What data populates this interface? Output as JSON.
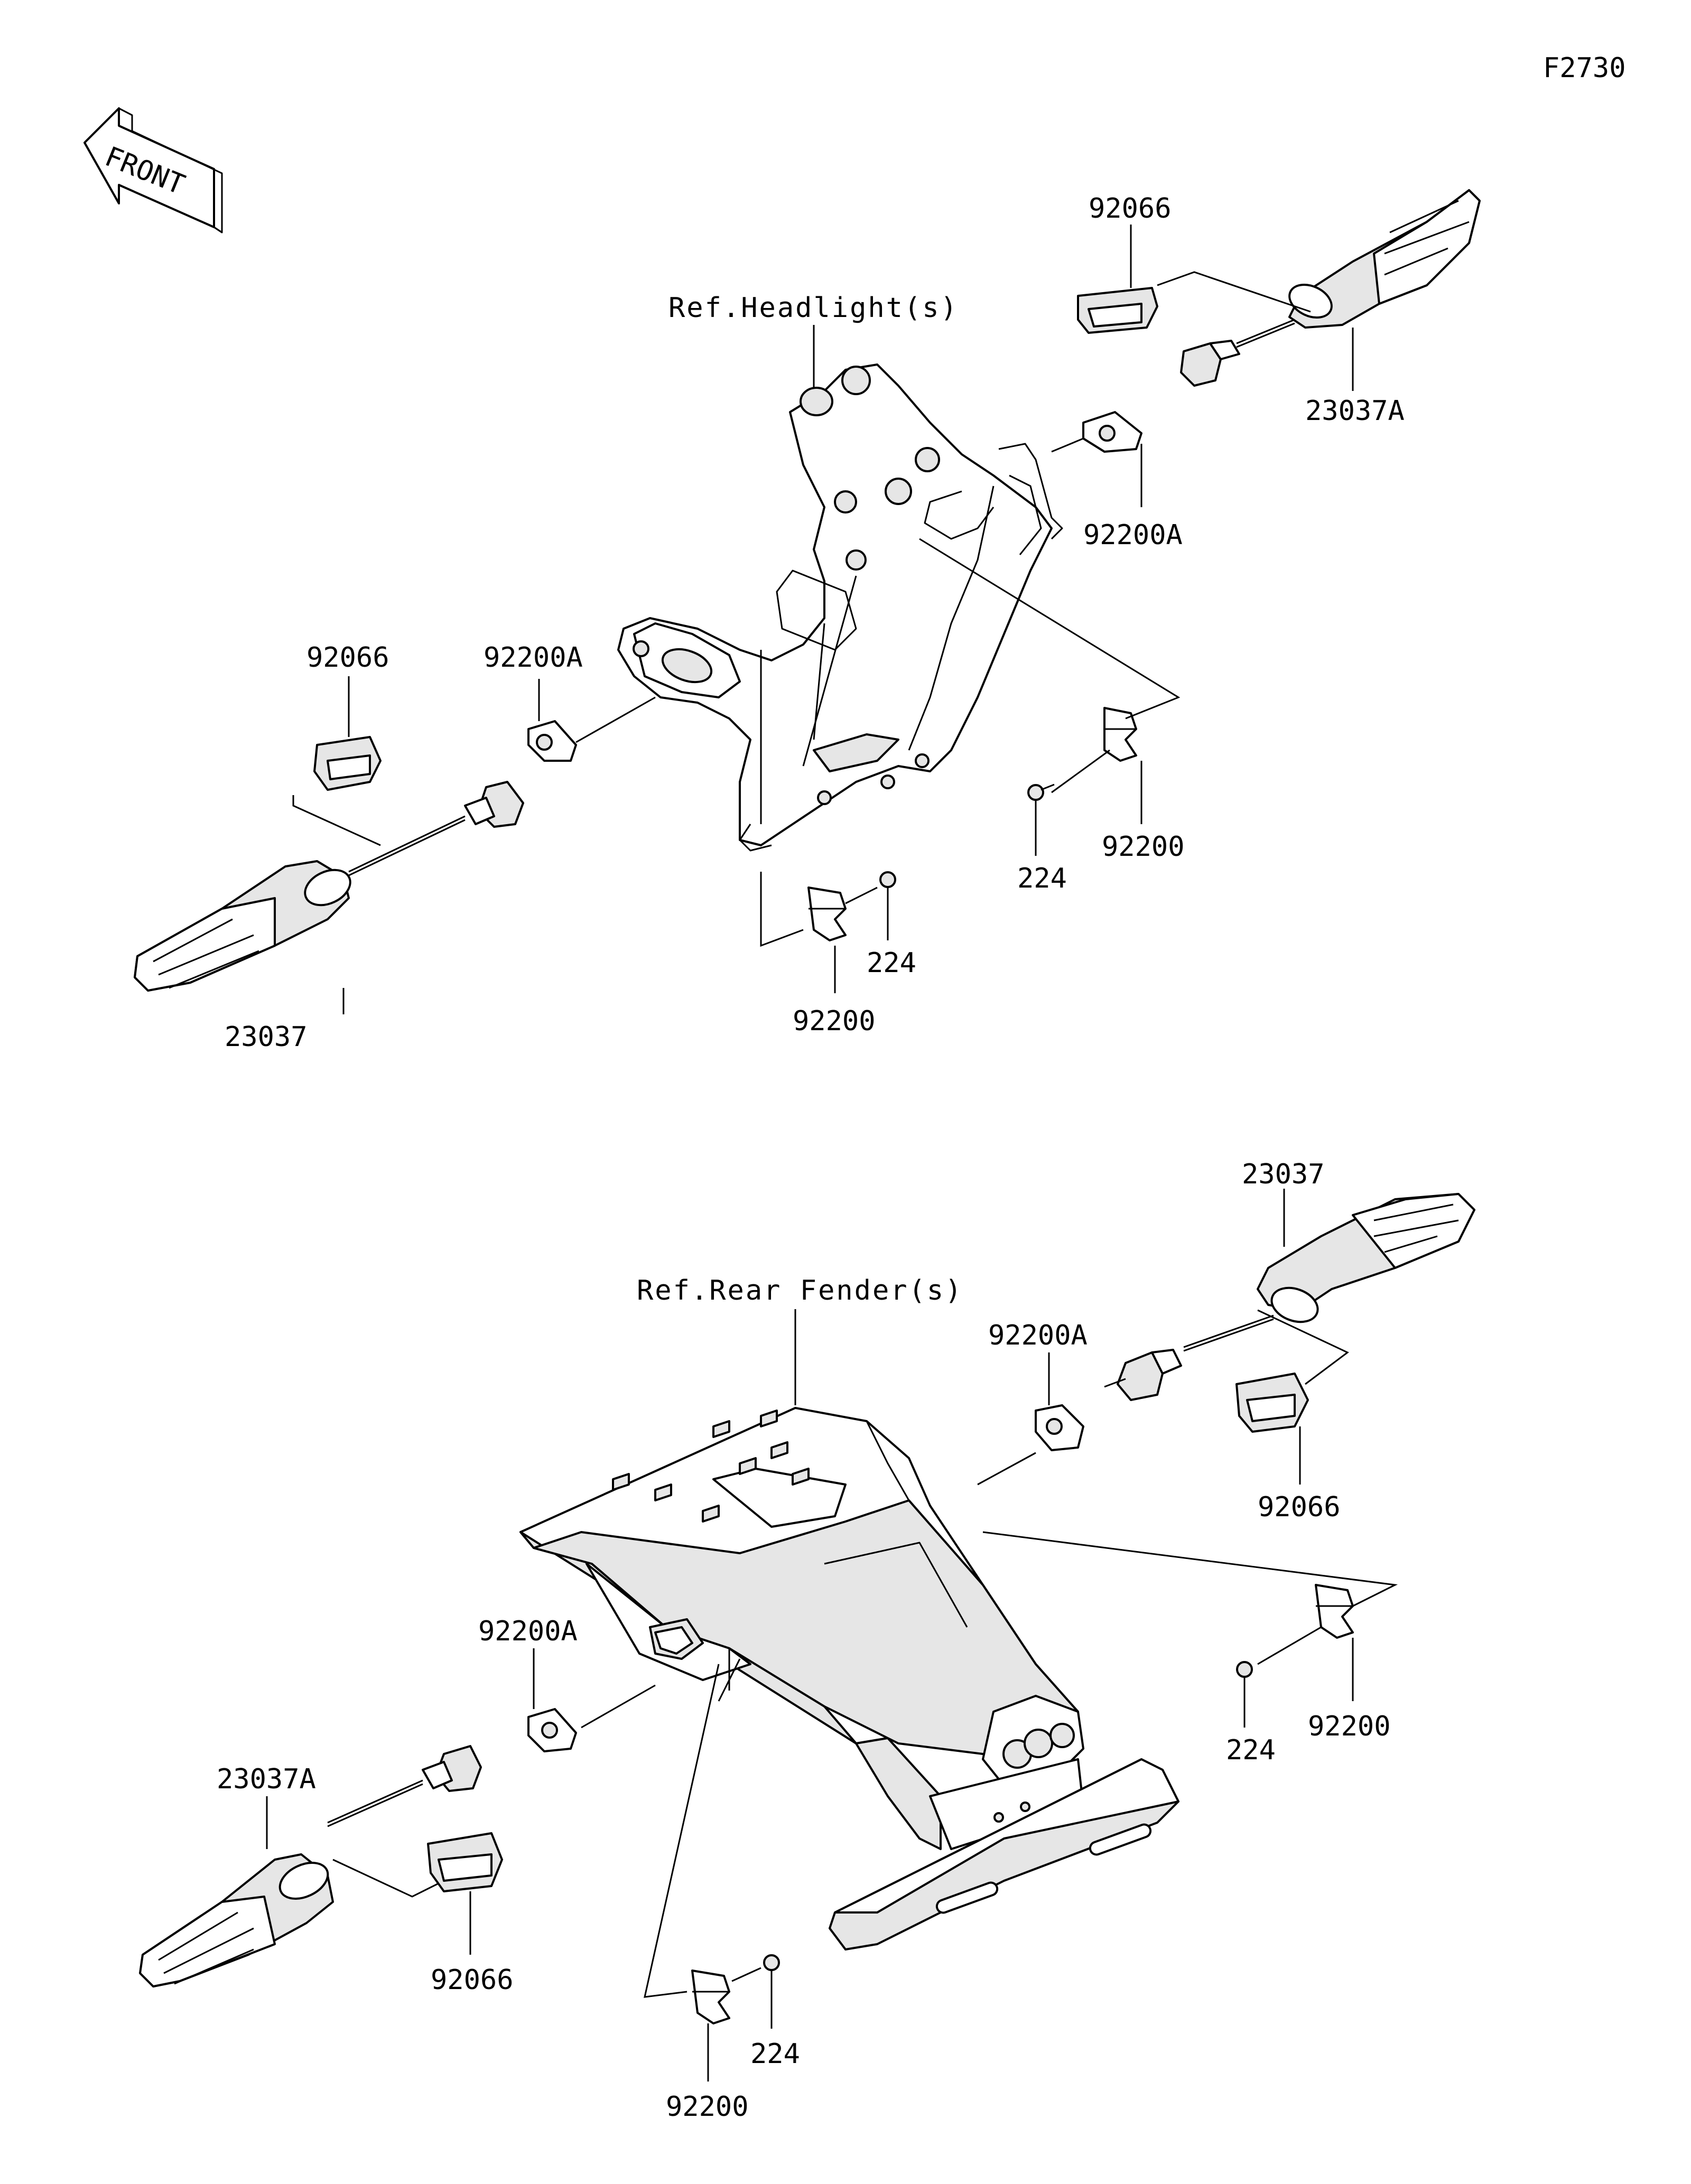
{
  "page_code": "F2730",
  "front_arrow": {
    "text": "FRONT",
    "icon": "front-arrow-icon"
  },
  "references": {
    "headlight": "Ref.Headlight(s)",
    "rear_fender": "Ref.Rear Fender(s)"
  },
  "front_section": {
    "labels": {
      "grommet_right": "92066",
      "signal_right": "23037A",
      "plate_right": "92200A",
      "grommet_left": "92066",
      "plate_left": "92200A",
      "bolt_right": "224",
      "clip_right": "92200",
      "bolt_center": "224",
      "clip_center": "92200",
      "signal_left": "23037"
    }
  },
  "rear_section": {
    "labels": {
      "signal_right": "23037",
      "plate_right": "92200A",
      "grommet_right": "92066",
      "plate_left": "92200A",
      "clip_right": "92200",
      "bolt_right": "224",
      "signal_left": "23037A",
      "grommet_left": "92066",
      "bolt_center": "224",
      "clip_center": "92200"
    }
  }
}
